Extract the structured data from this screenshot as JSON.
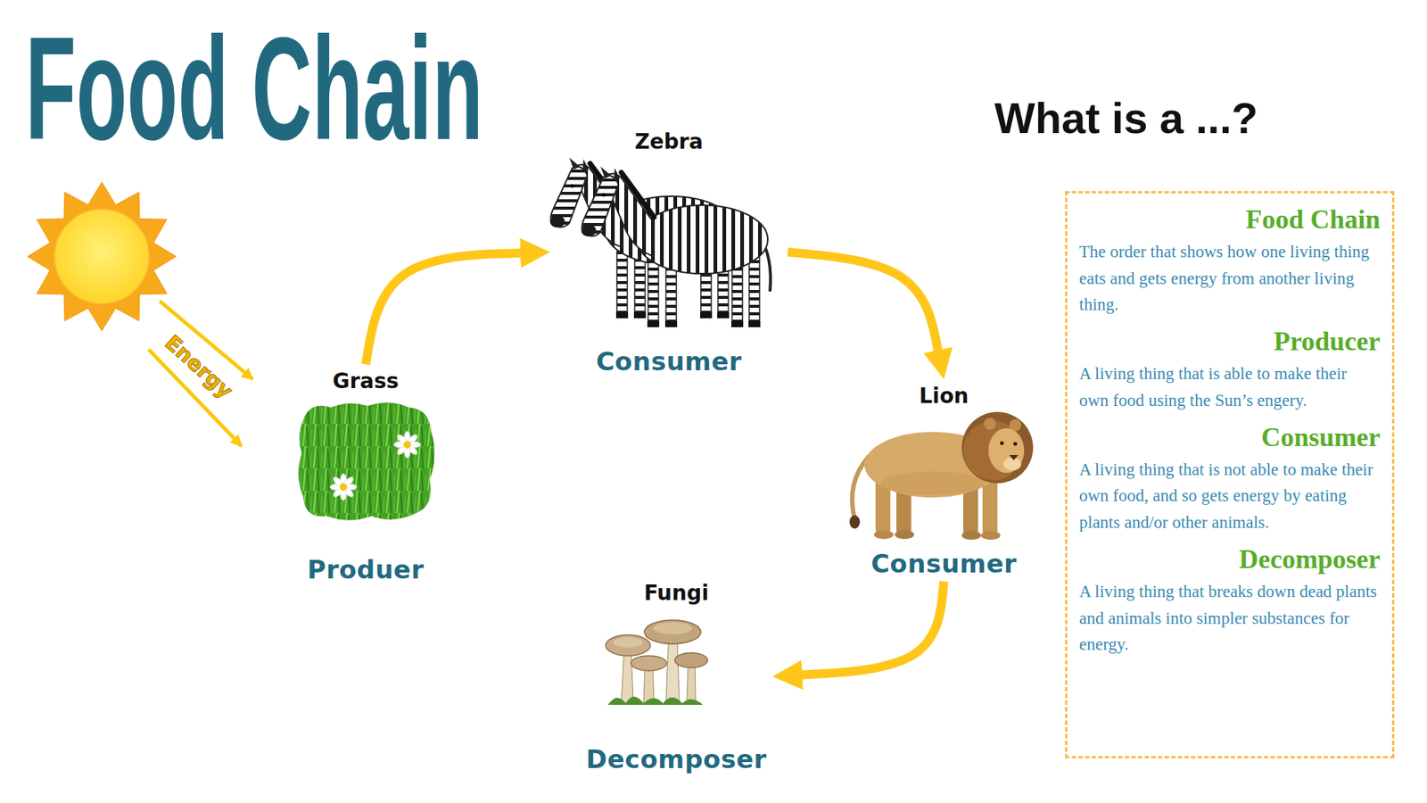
{
  "diagram": {
    "title": "Food Chain",
    "nodes": [
      {
        "text": [
          "Grass",
          "Produer"
        ]
      },
      {
        "text": [
          "Zebra",
          "Consumer"
        ]
      },
      {
        "text": [
          "Lion",
          "Consumer"
        ]
      },
      {
        "text": [
          "Fungi",
          "Decomposer"
        ]
      },
      {
        "text": [
          "What is a ...?",
          "Food Chain",
          "The order that shows how one living thing eats and gets energy from another living thing.",
          "Producer",
          "A living thing that is able to make their own food using the Sun’s engery.",
          "Consumer",
          "A living thing that is not able to make their own food, and so gets energy by eating plants and/or other animals.",
          "Decomposer",
          "A living thing that breaks down dead plants and animals into simpler substances for energy."
        ]
      }
    ],
    "edges": [
      {
        "from": 0,
        "to": 1,
        "arrow": "to"
      },
      {
        "from": 1,
        "to": 2,
        "arrow": "to"
      },
      {
        "from": 2,
        "to": 3,
        "arrow": "to"
      }
    ],
    "labels": [
      "Energy"
    ]
  }
}
